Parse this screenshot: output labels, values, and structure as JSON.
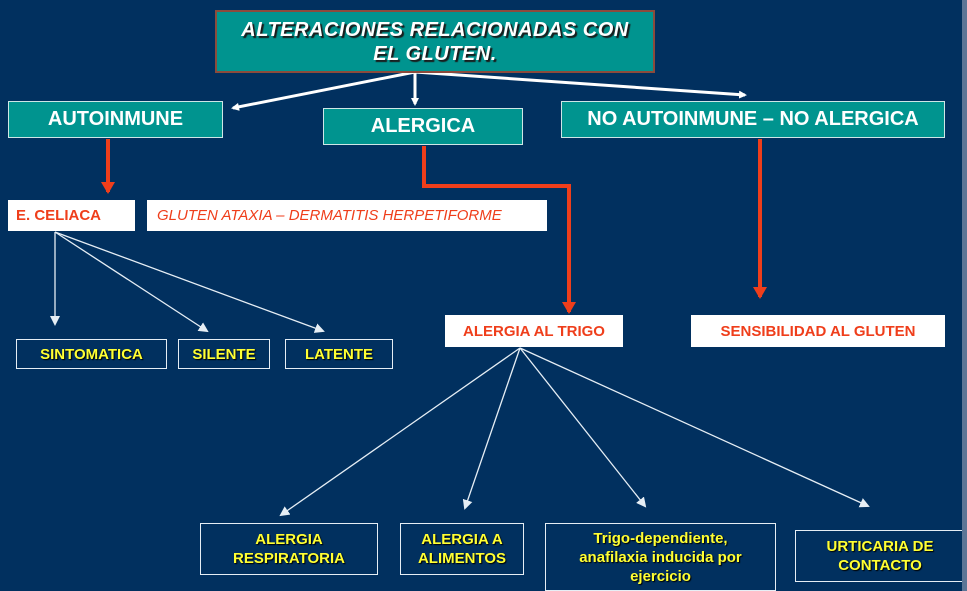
{
  "diagram": {
    "title": "ALTERACIONES RELACIONADAS CON EL GLUTEN.",
    "categories": {
      "autoinmune": "AUTOINMUNE",
      "alergica": "ALERGICA",
      "no_autoinmune": "NO AUTOINMUNE – NO ALERGICA"
    },
    "autoinmune_children": {
      "celiaca": "E. CELIACA",
      "other": "GLUTEN ATAXIA – DERMATITIS HERPETIFORME"
    },
    "celiaca_types": [
      "SINTOMATICA",
      "SILENTE",
      "LATENTE"
    ],
    "alergia_trigo": "ALERGIA AL TRIGO",
    "sensibilidad": "SENSIBILIDAD AL GLUTEN",
    "alergia_types": [
      "ALERGIA RESPIRATORIA",
      "ALERGIA A ALIMENTOS",
      "Trigo-dependiente, anafilaxia inducida por ejercicio",
      "URTICARIA DE CONTACTO"
    ],
    "colors": {
      "background": "#01305f",
      "teal": "#00948f",
      "red_accent": "#ef3e1b",
      "yellow_text": "#ffff33"
    }
  }
}
